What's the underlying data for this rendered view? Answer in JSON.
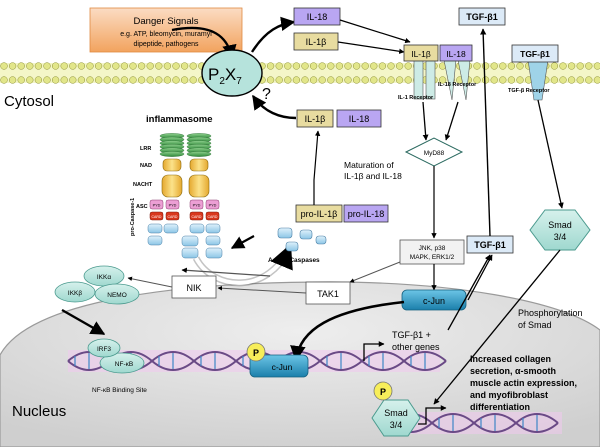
{
  "danger": {
    "title": "Danger Signals",
    "line1": "e.g. ATP, bleomycin, muramyl",
    "line2": "dipeptide, pathogens"
  },
  "p2x7": {
    "p": "P",
    "sub1": "2",
    "x": "X",
    "sub2": "7",
    "question": "?"
  },
  "cytosol": "Cytosol",
  "nucleus": "Nucleus",
  "inflammasome": {
    "title": "inflammasome",
    "lrr": "LRR",
    "nad": "NAD",
    "nacht": "NACHT",
    "asc": "ASC",
    "pyd": "PYD",
    "card": "CARD",
    "procasp": "pro-Caspase-1"
  },
  "il18_top": "IL-18",
  "il1b_top": "IL-1β",
  "il1b_rec": "IL-1β",
  "il18_rec": "IL-18",
  "il1_receptor": "IL-1 Receptor",
  "il18_receptor": "IL-18 Receptor",
  "il1b_out": "IL-1β",
  "il18_out": "IL-18",
  "tgf_top": "TGF-β1",
  "tgf_rec_lig": "TGF-β1",
  "tgf_receptor": "TGF-β Receptor",
  "myd88": "MyD88",
  "maturation": {
    "line1": "Maturation of",
    "line2": "IL-1β and IL-18"
  },
  "pro_il1b": "pro-IL-1β",
  "pro_il18": "pro-IL-18",
  "active_casp": "Active Caspases",
  "mapk": {
    "line1": "JNK, p38",
    "line2": "MAPK, ERK1/2"
  },
  "tgf_mid": "TGF-β1",
  "smad_cyto": {
    "line1": "Smad",
    "line2": "3/4"
  },
  "nik": "NIK",
  "tak1": "TAK1",
  "cjun_cyto": "c-Jun",
  "ikk": {
    "a": "IKKα",
    "b": "IKKβ",
    "nemo": "NEMO"
  },
  "irf3": "IRF3",
  "nfkb": "NF-κB",
  "nfkb_site": "NF-κB Binding Site",
  "p_label": "P",
  "cjun_nuc": "c-Jun",
  "tgf_genes": {
    "line1": "TGF-β1 +",
    "line2": "other genes"
  },
  "phospho": {
    "line1": "Phosphorylation",
    "line2": "of Smad"
  },
  "smad_nuc": {
    "line1": "Smad",
    "line2": "3/4"
  },
  "outcome": {
    "line1": "Increased collagen",
    "line2": "secretion, α-smooth",
    "line3": "muscle actin expression,",
    "line4": "and myofibroblast",
    "line5": "differentiation"
  },
  "colors": {
    "membrane": "#e2e68a",
    "il18": "#b9a6f2",
    "il1b": "#e8dca0",
    "tgf": "#cfe2f4",
    "teal": "#b6e3dc",
    "cjun": "#2e9ec8",
    "outcome": "#d62a14",
    "pyd": "#ec9fd4",
    "card": "#d9381e",
    "lrr": "#3d9e4c",
    "nacht": "#f4c84c"
  }
}
